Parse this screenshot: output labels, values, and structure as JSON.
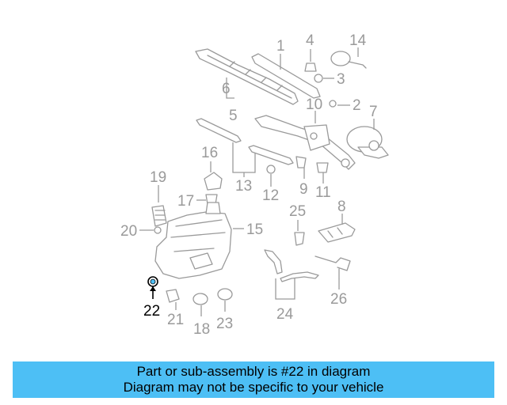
{
  "diagram": {
    "labels": {
      "n1": "1",
      "n2": "2",
      "n3": "3",
      "n4": "4",
      "n5": "5",
      "n6": "6",
      "n7": "7",
      "n8": "8",
      "n9": "9",
      "n10": "10",
      "n11": "11",
      "n12": "12",
      "n13": "13",
      "n14": "14",
      "n15": "15",
      "n16": "16",
      "n17": "17",
      "n18": "18",
      "n19": "19",
      "n20": "20",
      "n21": "21",
      "n22": "22",
      "n23": "23",
      "n24": "24",
      "n25": "25",
      "n26": "26"
    },
    "highlight_color": "#000000",
    "part_color": "#9a9a9a",
    "accent_color": "#4dbff5"
  },
  "banner": {
    "line1": "Part or sub-assembly is #22 in diagram",
    "line2": "Diagram may not be specific to your vehicle",
    "color": "#4dbff5"
  }
}
